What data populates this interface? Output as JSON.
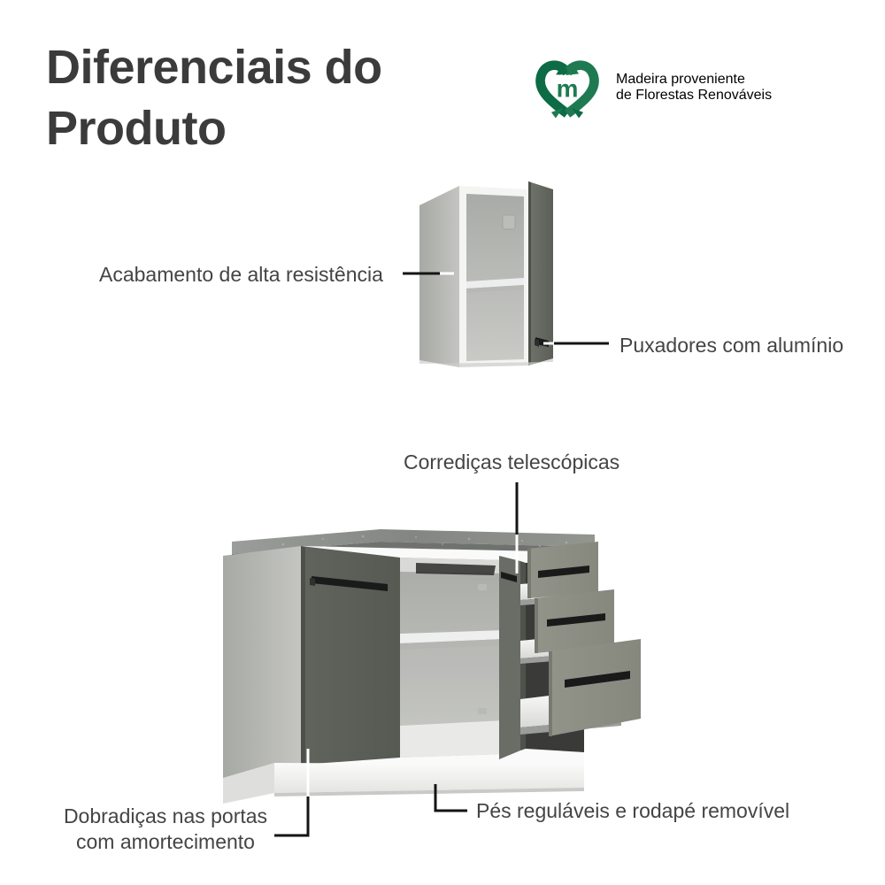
{
  "header": {
    "title": "Diferenciais do Produto",
    "eco_badge": {
      "line1": "Madeira proveniente",
      "line2": "de Florestas Renováveis",
      "logo_letter": "m",
      "logo_name": "recycling-heart-logo",
      "green_dark": "#0d6b45",
      "green_mid": "#1f7a52"
    }
  },
  "callouts": {
    "finish": "Acabamento de alta resistência",
    "handles": "Puxadores com alumínio",
    "slides": "Corrediças telescópicas",
    "hinges_line1": "Dobradiças nas portas",
    "hinges_line2": "com amortecimento",
    "feet": "Pés reguláveis e rodapé removível"
  },
  "colors": {
    "background": "#ffffff",
    "text_dark": "#3b3b3b",
    "text_body": "#444444",
    "leader_dark": "#141414",
    "leader_light": "#ffffff",
    "door_dark": "#5c6058",
    "drawer_front": "#8e9086",
    "panel_light": "#b9bab5",
    "interior": "#cfd0cb",
    "countertop": "#8a8d8a",
    "plinth": "#f2f2f0",
    "handle_black": "#1a1a1a"
  },
  "illustrations": {
    "wall_cabinet": {
      "name": "wall-cabinet-illustration",
      "parts": [
        "side-panel",
        "open-door",
        "interior-shelf",
        "aluminium-handle"
      ]
    },
    "base_cabinet": {
      "name": "base-cabinet-illustration",
      "parts": [
        "countertop",
        "left-door",
        "open-center-door",
        "shelf",
        "drawer-top",
        "drawer-middle",
        "drawer-bottom",
        "plinth",
        "drawer-slides"
      ]
    }
  }
}
